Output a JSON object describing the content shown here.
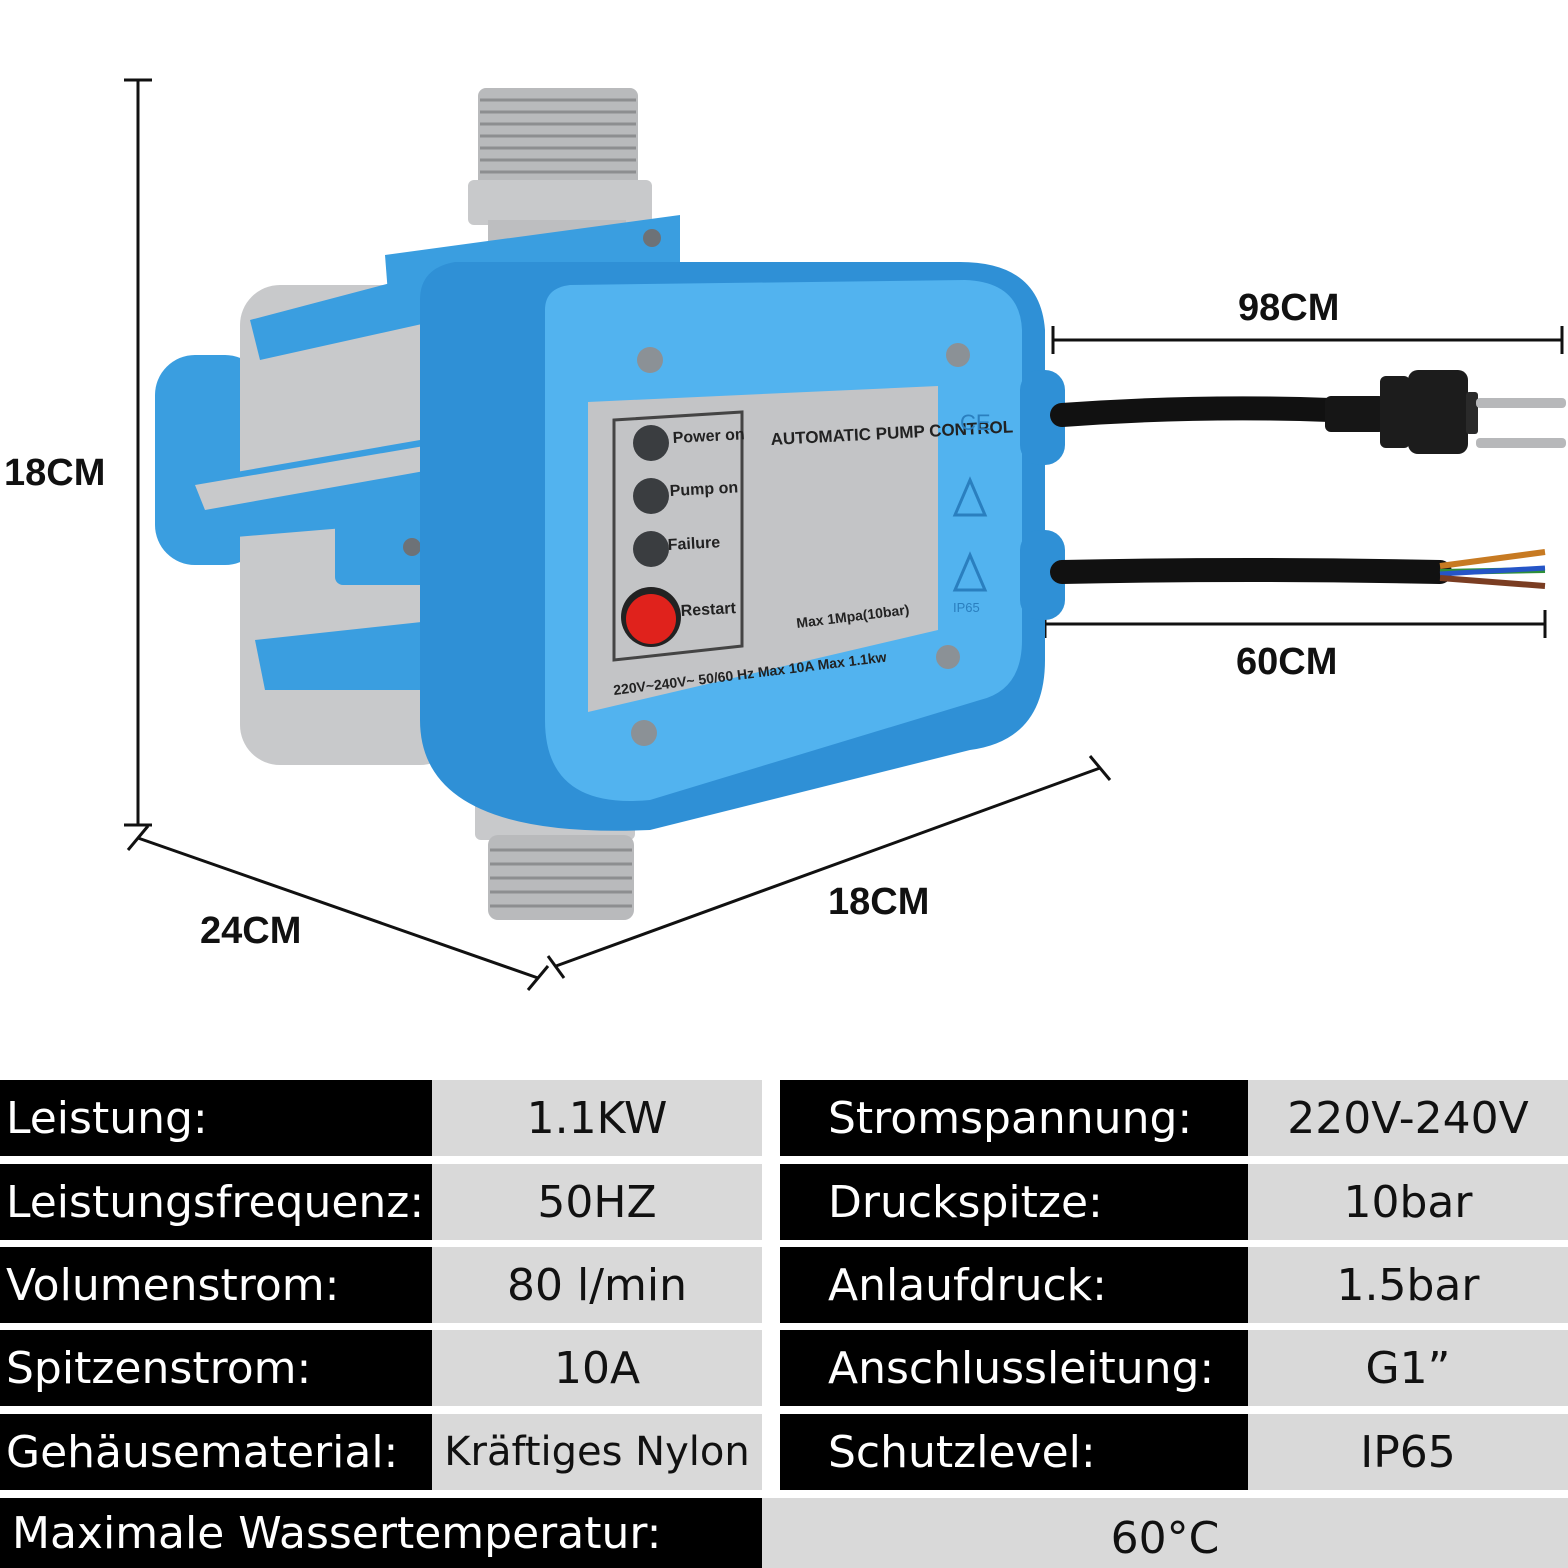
{
  "dimensions": {
    "height": "18CM",
    "depth": "24CM",
    "width": "18CM",
    "plug_cable": "98CM",
    "pump_cable": "60CM"
  },
  "device_panel": {
    "title": "AUTOMATIC PUMP CONTROL",
    "indicators": [
      "Power on",
      "Pump on",
      "Failure"
    ],
    "restart_label": "Restart",
    "pressure_text": "Max 1Mpa(10bar)",
    "rating_text": "220V~240V~ 50/60 Hz   Max   10A  Max 1.1kw",
    "side_marks": [
      "CE",
      "IP65"
    ]
  },
  "specs": {
    "left": [
      {
        "label": "Leistung:",
        "value": "1.1KW"
      },
      {
        "label": "Leistungsfrequenz:",
        "value": "50HZ"
      },
      {
        "label": "Volumenstrom:",
        "value": "80 l/min"
      },
      {
        "label": "Spitzenstrom:",
        "value": "10A"
      },
      {
        "label": "Gehäusematerial:",
        "value": "Kräftiges Nylon"
      }
    ],
    "right": [
      {
        "label": "Stromspannung:",
        "value": "220V-240V"
      },
      {
        "label": "Druckspitze:",
        "value": "10bar"
      },
      {
        "label": "Anlaufdruck:",
        "value": "1.5bar"
      },
      {
        "label": "Anschlussleitung:",
        "value": "G1”"
      },
      {
        "label": "Schutzlevel:",
        "value": "IP65"
      }
    ],
    "bottom": {
      "label": "Maximale Wassertemperatur:",
      "value": "60°C"
    }
  },
  "colors": {
    "housing_blue": "#3a9ee0",
    "housing_gray": "#c8c9cb",
    "restart_red": "#e0221c",
    "label_bg": "#000000",
    "value_bg": "#d9d9d9"
  }
}
